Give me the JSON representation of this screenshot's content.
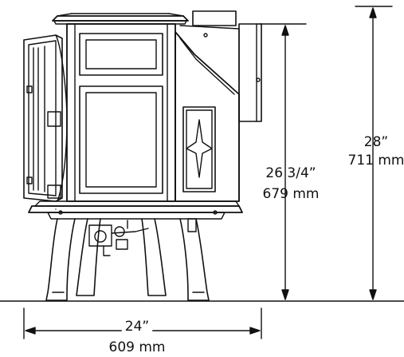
{
  "dimensions": {
    "height_total": {
      "imperial": "28”",
      "metric": "711 mm"
    },
    "height_body": {
      "imperial": "26 3/4”",
      "metric": "679 mm"
    },
    "width": {
      "imperial": "24”",
      "metric": "609 mm"
    }
  },
  "colors": {
    "line": "#111111",
    "background": "#ffffff"
  }
}
